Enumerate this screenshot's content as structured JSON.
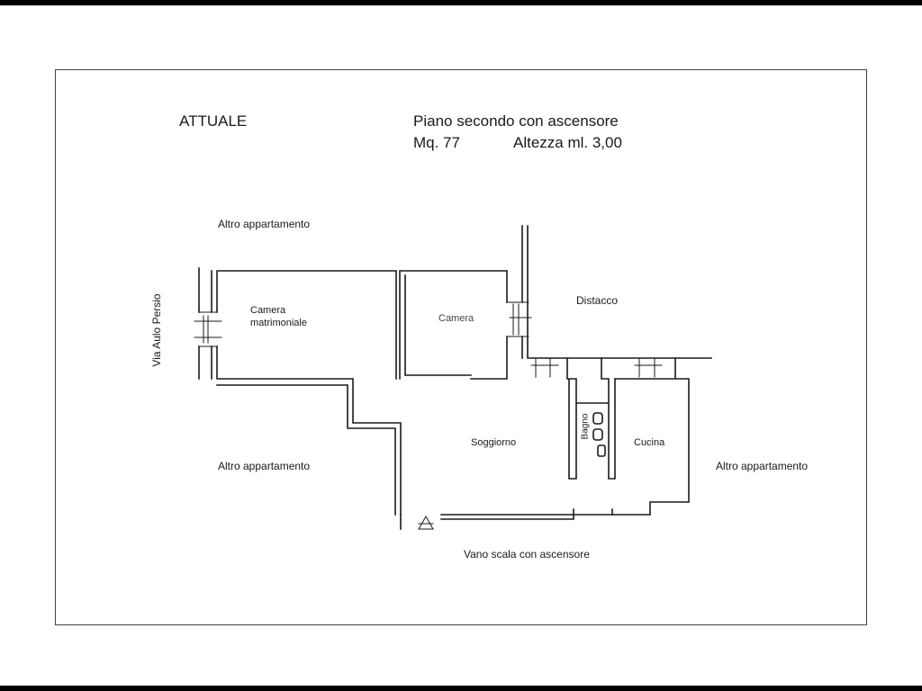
{
  "header": {
    "status": "ATTUALE",
    "floor": "Piano secondo con ascensore",
    "area": "Mq. 77",
    "height": "Altezza ml. 3,00"
  },
  "labels": {
    "altro_top": "Altro appartamento",
    "altro_left": "Altro appartamento",
    "altro_right": "Altro appartamento",
    "via": "Via Aulo Persio",
    "distacco": "Distacco",
    "vano_scala": "Vano scala con ascensore"
  },
  "rooms": {
    "camera_matrimoniale_1": "Camera",
    "camera_matrimoniale_2": "matrimoniale",
    "camera": "Camera",
    "soggiorno": "Soggiorno",
    "bagno": "Bagno",
    "cucina": "Cucina"
  },
  "colors": {
    "wall": "#1a1a1a",
    "frame": "#444444",
    "bar": "#000000"
  }
}
